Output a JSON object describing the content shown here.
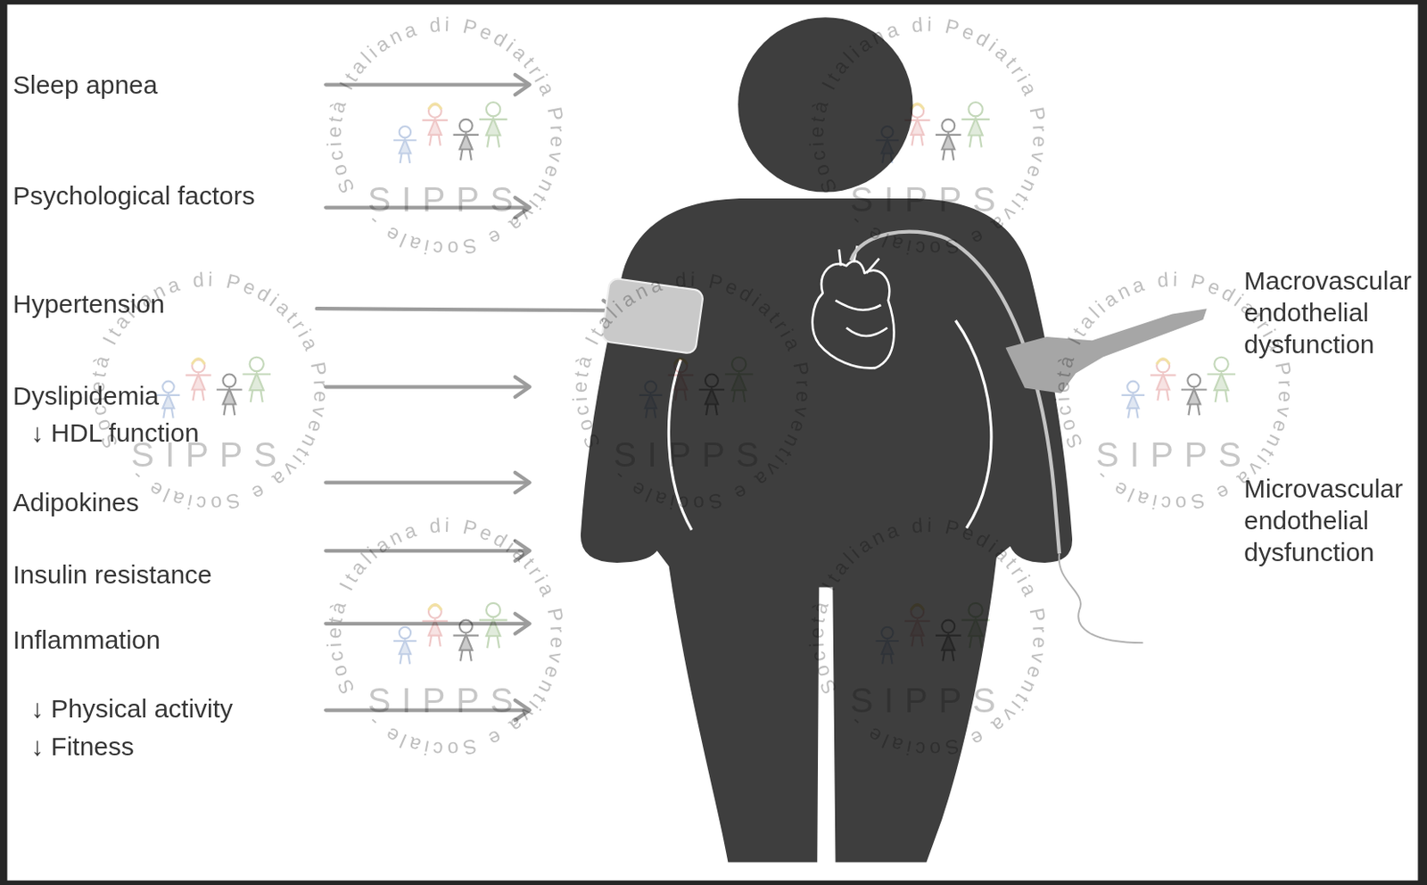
{
  "diagram": {
    "labels": [
      "Sleep apnea",
      "Psychological factors",
      "Hypertension",
      "Dyslipidemia",
      "↓ HDL function",
      "Adipokines",
      "Insulin resistance",
      "Inflammation",
      "↓ Physical activity",
      "↓ Fitness",
      "Macrovascular endothelial dysfunction",
      "Microvascular endothelial dysfunction",
      "Società Italiana di Pediatria Preventiva e Sociale -",
      "SIPPS",
      "Società Italiana di Pediatria Preventiva e Sociale -",
      "SIPPS",
      "Società Italiana di Pediatria Preventiva e Sociale -",
      "SIPPS",
      "Società Italiana di Pediatria Preventiva e Sociale -",
      "SIPPS",
      "Società Italiana di Pediatria Preventiva e Sociale -",
      "SIPPS",
      "Società Italiana di Pediatria Preventiva e Sociale -",
      "SIPPS",
      "Società Italiana di Pediatria Preventiva e Sociale -",
      "SIPPS"
    ]
  }
}
